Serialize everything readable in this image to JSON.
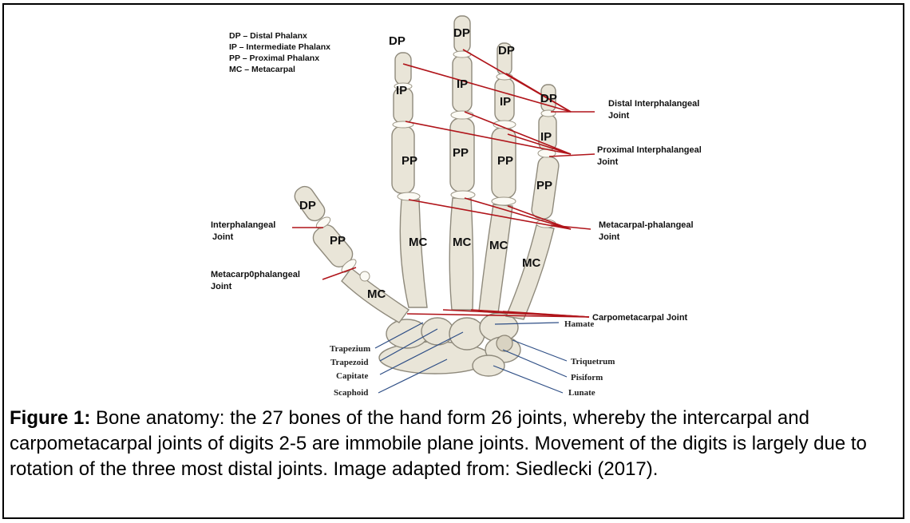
{
  "legend": [
    "DP – Distal Phalanx",
    "IP – Intermediate Phalanx",
    "PP – Proximal Phalanx",
    "MC – Metacarpal"
  ],
  "bone_labels": {
    "dp": "DP",
    "ip": "IP",
    "pp": "PP",
    "mc": "MC"
  },
  "joint_labels": {
    "dip_1": "Distal Interphalangeal",
    "dip_2": "Joint",
    "pip_1": "Proximal Interphalangeal",
    "pip_2": "Joint",
    "mcp_1": "Metacarpal-phalangeal",
    "mcp_2": "Joint",
    "cmc": "Carpometacarpal Joint",
    "ip_1": "Interphalangeal",
    "ip_2": "Joint",
    "thumb_mcp_1": "Metacarp0phalangeal",
    "thumb_mcp_2": "Joint"
  },
  "carpal_labels": {
    "hamate": "Hamate",
    "trapezium": "Trapezium",
    "trapezoid": "Trapezoid",
    "capitate": "Capitate",
    "scaphoid": "Scaphoid",
    "triquetrum": "Triquetrum",
    "pisiform": "Pisiform",
    "lunate": "Lunate"
  },
  "caption": {
    "title": "Figure 1:",
    "text": " Bone anatomy: the 27 bones of the hand form 26 joints, whereby the intercarpal and carpometacarpal joints of digits 2-5 are immobile plane joints. Movement of the digits is largely due to rotation of the three most distal joints. Image adapted from: Siedlecki (2017)."
  }
}
